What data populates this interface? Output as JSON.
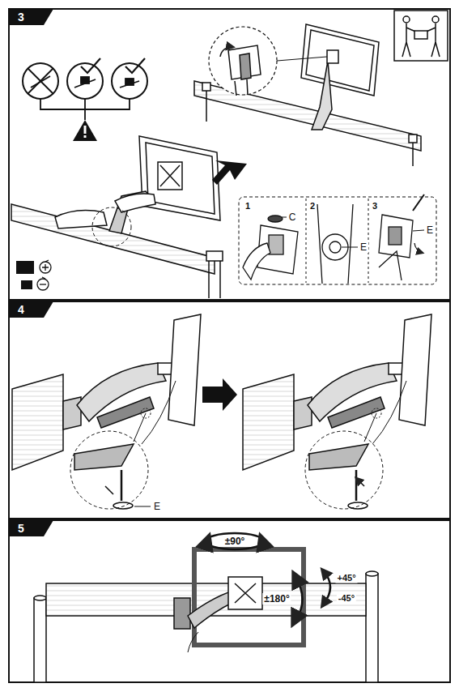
{
  "diagram": {
    "labels": [
      "3",
      "1",
      "C",
      "2",
      "E",
      "3",
      "E",
      "4",
      "E",
      "5",
      "±90°",
      "±180°",
      "+45°",
      "-45°"
    ]
  }
}
